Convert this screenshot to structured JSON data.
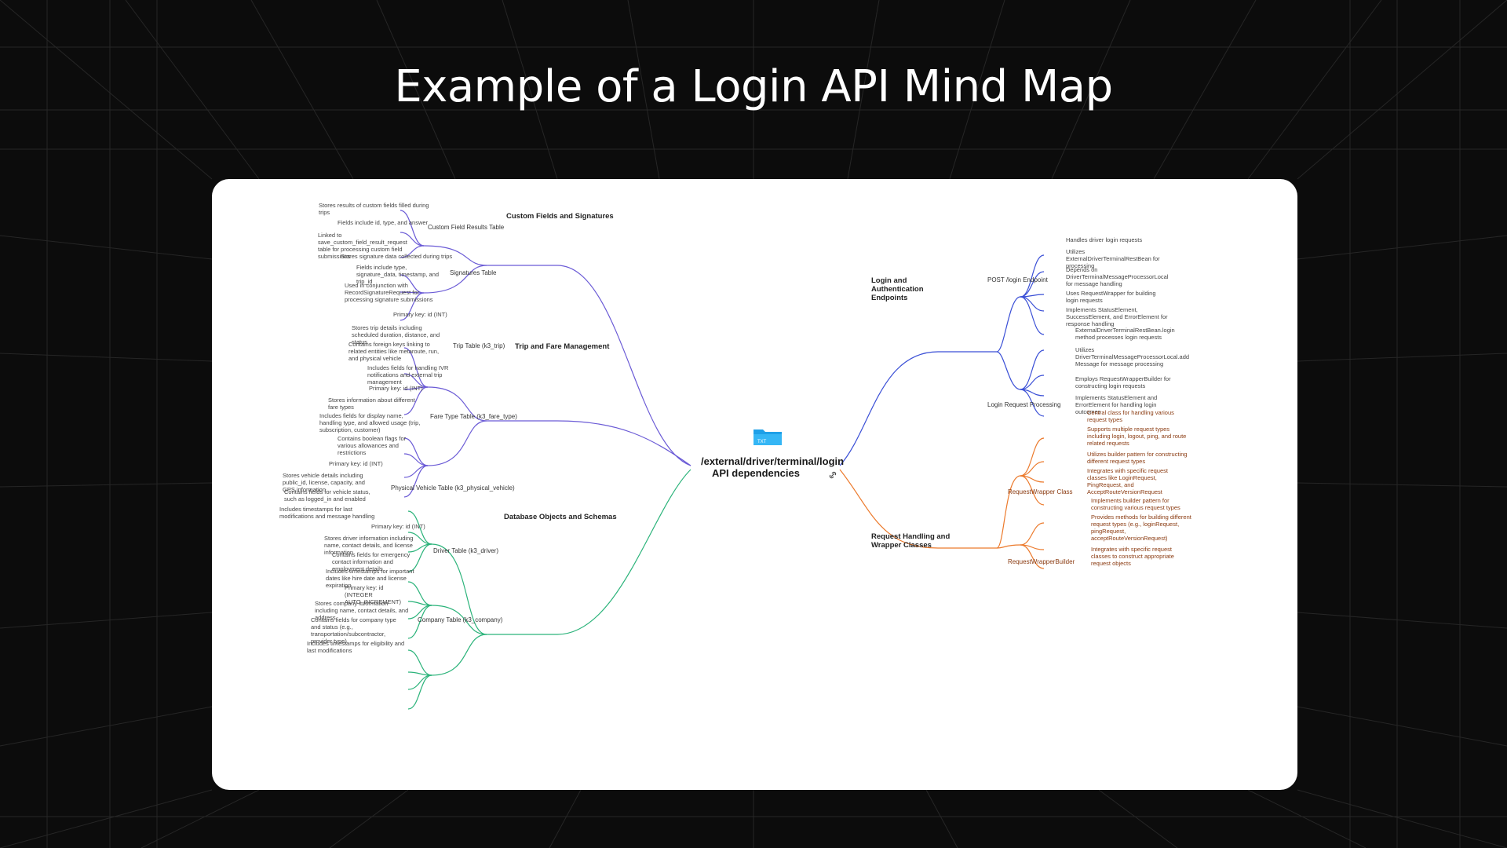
{
  "title": "Example of a Login API Mind Map",
  "colors": {
    "background": "#0c0c0c",
    "card": "#ffffff",
    "purple": "#6b5bd6",
    "blue": "#3a4fd6",
    "green": "#2bb37a",
    "orange": "#ec7a2c"
  },
  "mindmap": {
    "root": "/external/driver/terminal/login API dependencies",
    "left": [
      {
        "label": "Custom Fields and Signatures",
        "color": "purple",
        "children": [
          {
            "label": "Custom Field Results Table",
            "children": [
              "Stores results of custom fields filled during trips",
              "Fields include id, type, and answer",
              "Linked to save_custom_field_result_request table for processing custom field submissions"
            ]
          },
          {
            "label": "Signatures Table",
            "children": [
              "Stores signature data collected during trips",
              "Fields include type, signature_data, timestamp, and trip_id",
              "Used in conjunction with RecordSignatureRequest for processing signature submissions"
            ]
          }
        ]
      },
      {
        "label": "Trip and Fare Management",
        "color": "purple",
        "children": [
          {
            "label": "Trip Table (k3_trip)",
            "children": [
              "Primary key: id (INT)",
              "Stores trip details including scheduled duration, distance, and status",
              "Contains foreign keys linking to related entities like metaroute, run, and physical vehicle",
              "Includes fields for handling IVR notifications and external trip management"
            ]
          },
          {
            "label": "Fare Type Table (k3_fare_type)",
            "children": [
              "Primary key: id (INT)",
              "Stores information about different fare types",
              "Includes fields for display name, handling type, and allowed usage (trip, subscription, customer)",
              "Contains boolean flags for various allowances and restrictions"
            ]
          }
        ]
      },
      {
        "label": "Database Objects and Schemas",
        "color": "green",
        "children": [
          {
            "label": "Physical Vehicle Table (k3_physical_vehicle)",
            "children": [
              "Primary key: id (INT)",
              "Stores vehicle details including public_id, license, capacity, and GPS information",
              "Contains fields for vehicle status, such as logged_in and enabled",
              "Includes timestamps for last modifications and message handling"
            ]
          },
          {
            "label": "Driver Table (k3_driver)",
            "children": [
              "Primary key: id (INT)",
              "Stores driver information including name, contact details, and license information",
              "Contains fields for emergency contact information and employment details",
              "Includes timestamps for important dates like hire date and license expiration"
            ]
          },
          {
            "label": "Company Table (k3_company)",
            "children": [
              "Primary key: id (INTEGER AUTO_INCREMENT)",
              "Stores company information including name, contact details, and address",
              "Contains fields for company type and status (e.g., transportation/subcontractor, provider type)",
              "Includes timestamps for eligibility and last modifications"
            ]
          }
        ]
      }
    ],
    "right": [
      {
        "label": "Login and Authentication Endpoints",
        "color": "blue",
        "children": [
          {
            "label": "POST /login Endpoint",
            "children": [
              "Handles driver login requests",
              "Utilizes ExternalDriverTerminalRestBean for processing",
              "Depends on DriverTerminalMessageProcessorLocal for message handling",
              "Uses RequestWrapper for building login requests",
              "Implements StatusElement, SuccessElement, and ErrorElement for response handling"
            ]
          },
          {
            "label": "Login Request Processing",
            "children": [
              "ExternalDriverTerminalRestBean.login method processes login requests",
              "Utilizes DriverTerminalMessageProcessorLocal.add Message for message processing",
              "Employs RequestWrapperBuilder for constructing login requests",
              "Implements StatusElement and ErrorElement for handling login outcomes"
            ]
          }
        ]
      },
      {
        "label": "Request Handling and Wrapper Classes",
        "color": "orange",
        "children": [
          {
            "label": "RequestWrapper Class",
            "children": [
              "Central class for handling various request types",
              "Supports multiple request types including login, logout, ping, and route related requests",
              "Utilizes builder pattern for constructing different request types",
              "Integrates with specific request classes like LoginRequest, PingRequest, and AcceptRouteVersionRequest"
            ]
          },
          {
            "label": "RequestWrapperBuilder",
            "children": [
              "Implements builder pattern for constructing various request types",
              "Provides methods for building different request types (e.g., loginRequest, pingRequest, acceptRouteVersionRequest)",
              "Integrates with specific request classes to construct appropriate request objects"
            ]
          }
        ]
      }
    ]
  }
}
